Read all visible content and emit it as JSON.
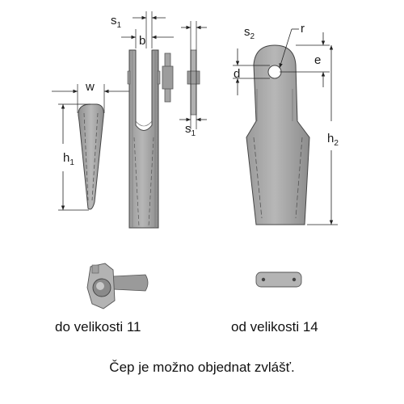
{
  "labels": {
    "w": "w",
    "h1_main": "h",
    "h1_sub": "1",
    "s1_top_main": "s",
    "s1_top_sub": "1",
    "b": "b",
    "s1_bottom_main": "s",
    "s1_bottom_sub": "1",
    "s2_main": "s",
    "s2_sub": "2",
    "r": "r",
    "e": "e",
    "d": "d",
    "h2_main": "h",
    "h2_sub": "2"
  },
  "captions": {
    "left": "do velikosti 11",
    "right": "od velikosti 14",
    "note": "Čep je možno objednat zvlášť."
  },
  "colors": {
    "part_fill": "#a9a9a9",
    "part_stroke": "#4a4a4a",
    "dim_line": "#222222"
  }
}
